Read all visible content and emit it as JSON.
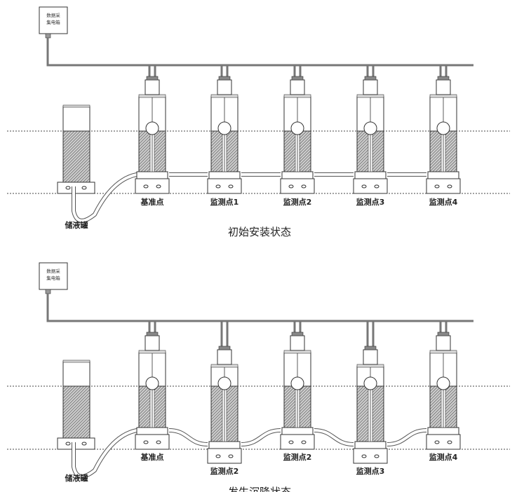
{
  "panels": [
    {
      "title": "初始安装状态",
      "box_label": [
        "数据采",
        "集电箱"
      ],
      "tank_label": "储液罐",
      "units": [
        {
          "label": "基准点",
          "settled": false
        },
        {
          "label": "监测点1",
          "settled": false
        },
        {
          "label": "监测点2",
          "settled": false
        },
        {
          "label": "监测点3",
          "settled": false
        },
        {
          "label": "监测点4",
          "settled": false
        }
      ]
    },
    {
      "title": "发生沉降状态",
      "box_label": [
        "数据采",
        "集电箱"
      ],
      "tank_label": "储液罐",
      "units": [
        {
          "label": "基准点",
          "settled": false
        },
        {
          "label": "监测点2",
          "settled": true
        },
        {
          "label": "监测点2",
          "settled": false
        },
        {
          "label": "监测点3",
          "settled": true
        },
        {
          "label": "监测点4",
          "settled": false
        }
      ]
    }
  ],
  "colors": {
    "line": "#333333",
    "cable": "#777777",
    "hatch": "#555555"
  }
}
